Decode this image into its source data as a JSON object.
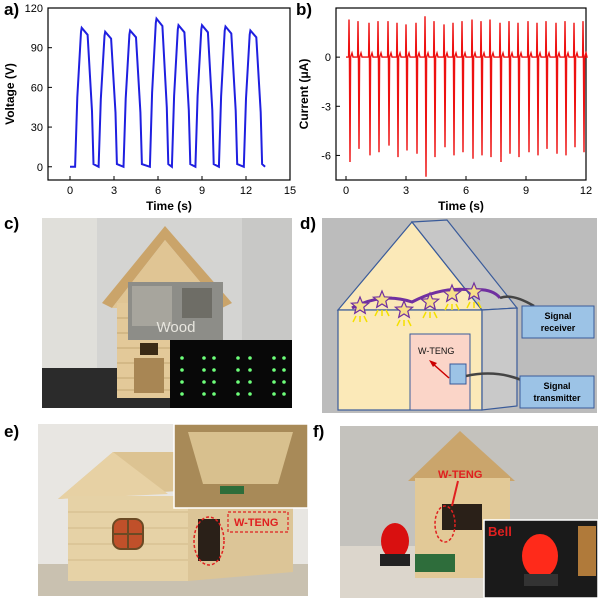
{
  "panels": {
    "a": "a)",
    "b": "b)",
    "c": "c)",
    "d": "d)",
    "e": "e)",
    "f": "f)"
  },
  "chart_data": [
    {
      "type": "line",
      "panel": "a",
      "xlabel": "Time (s)",
      "ylabel": "Voltage (V)",
      "xlim": [
        -1.5,
        15
      ],
      "ylim": [
        -10,
        120
      ],
      "xticks": [
        0,
        3,
        6,
        9,
        12,
        15
      ],
      "yticks": [
        0,
        30,
        60,
        90,
        120
      ],
      "color": "#1f1fe0",
      "peaks": [
        {
          "x": 0.8,
          "y": 105
        },
        {
          "x": 2.4,
          "y": 102
        },
        {
          "x": 4.1,
          "y": 103
        },
        {
          "x": 5.9,
          "y": 112
        },
        {
          "x": 7.4,
          "y": 107
        },
        {
          "x": 9.0,
          "y": 107
        },
        {
          "x": 10.6,
          "y": 106
        },
        {
          "x": 12.3,
          "y": 103
        }
      ],
      "x_range": [
        0,
        13.3
      ]
    },
    {
      "type": "line",
      "panel": "b",
      "xlabel": "Time (s)",
      "ylabel": "Current (μA)",
      "xlim": [
        -0.5,
        12
      ],
      "ylim": [
        -7.5,
        3
      ],
      "xticks": [
        0,
        3,
        6,
        9,
        12
      ],
      "yticks": [
        -6,
        -3,
        0
      ],
      "color": "#ee1111",
      "spike_times": [
        0.15,
        0.6,
        1.15,
        1.6,
        2.1,
        2.55,
        3.0,
        3.5,
        3.95,
        4.4,
        4.9,
        5.35,
        5.8,
        6.3,
        6.75,
        7.2,
        7.7,
        8.15,
        8.6,
        9.1,
        9.55,
        10.0,
        10.5,
        10.95,
        11.4,
        11.85
      ],
      "spike_pos": [
        2.3,
        2.2,
        2.1,
        2.2,
        2.2,
        2.1,
        2.0,
        2.1,
        2.5,
        2.2,
        2.0,
        2.1,
        2.2,
        2.3,
        2.2,
        2.3,
        2.1,
        2.2,
        2.1,
        2.2,
        2.1,
        2.2,
        2.1,
        2.2,
        2.1,
        2.2
      ],
      "spike_neg": [
        -6.4,
        -5.6,
        -6.0,
        -5.8,
        -5.4,
        -6.1,
        -5.7,
        -5.9,
        -7.3,
        -6.1,
        -5.5,
        -6.0,
        -5.8,
        -6.2,
        -6.0,
        -6.1,
        -6.4,
        -5.9,
        -6.1,
        -5.8,
        -6.0,
        -5.6,
        -5.9,
        -6.0,
        -5.5,
        -5.8
      ]
    }
  ],
  "photos": {
    "c_wood_text": "Wood",
    "e_label": "W-TENG",
    "f_label": "W-TENG",
    "f_bell": "Bell"
  },
  "diagram_d": {
    "teng_label": "W-TENG",
    "receiver": "Signal\nreceiver",
    "receiver_line1": "Signal",
    "receiver_line2": "receiver",
    "transmitter_line1": "Signal",
    "transmitter_line2": "transmitter"
  },
  "colors": {
    "voltage": "#1f1fe0",
    "current": "#ee1111",
    "wood": "#d9c29a",
    "diagram_bg": "#b8b8b8",
    "house_fill": "#fbe9b8",
    "box_fill": "#9cc3e6"
  }
}
